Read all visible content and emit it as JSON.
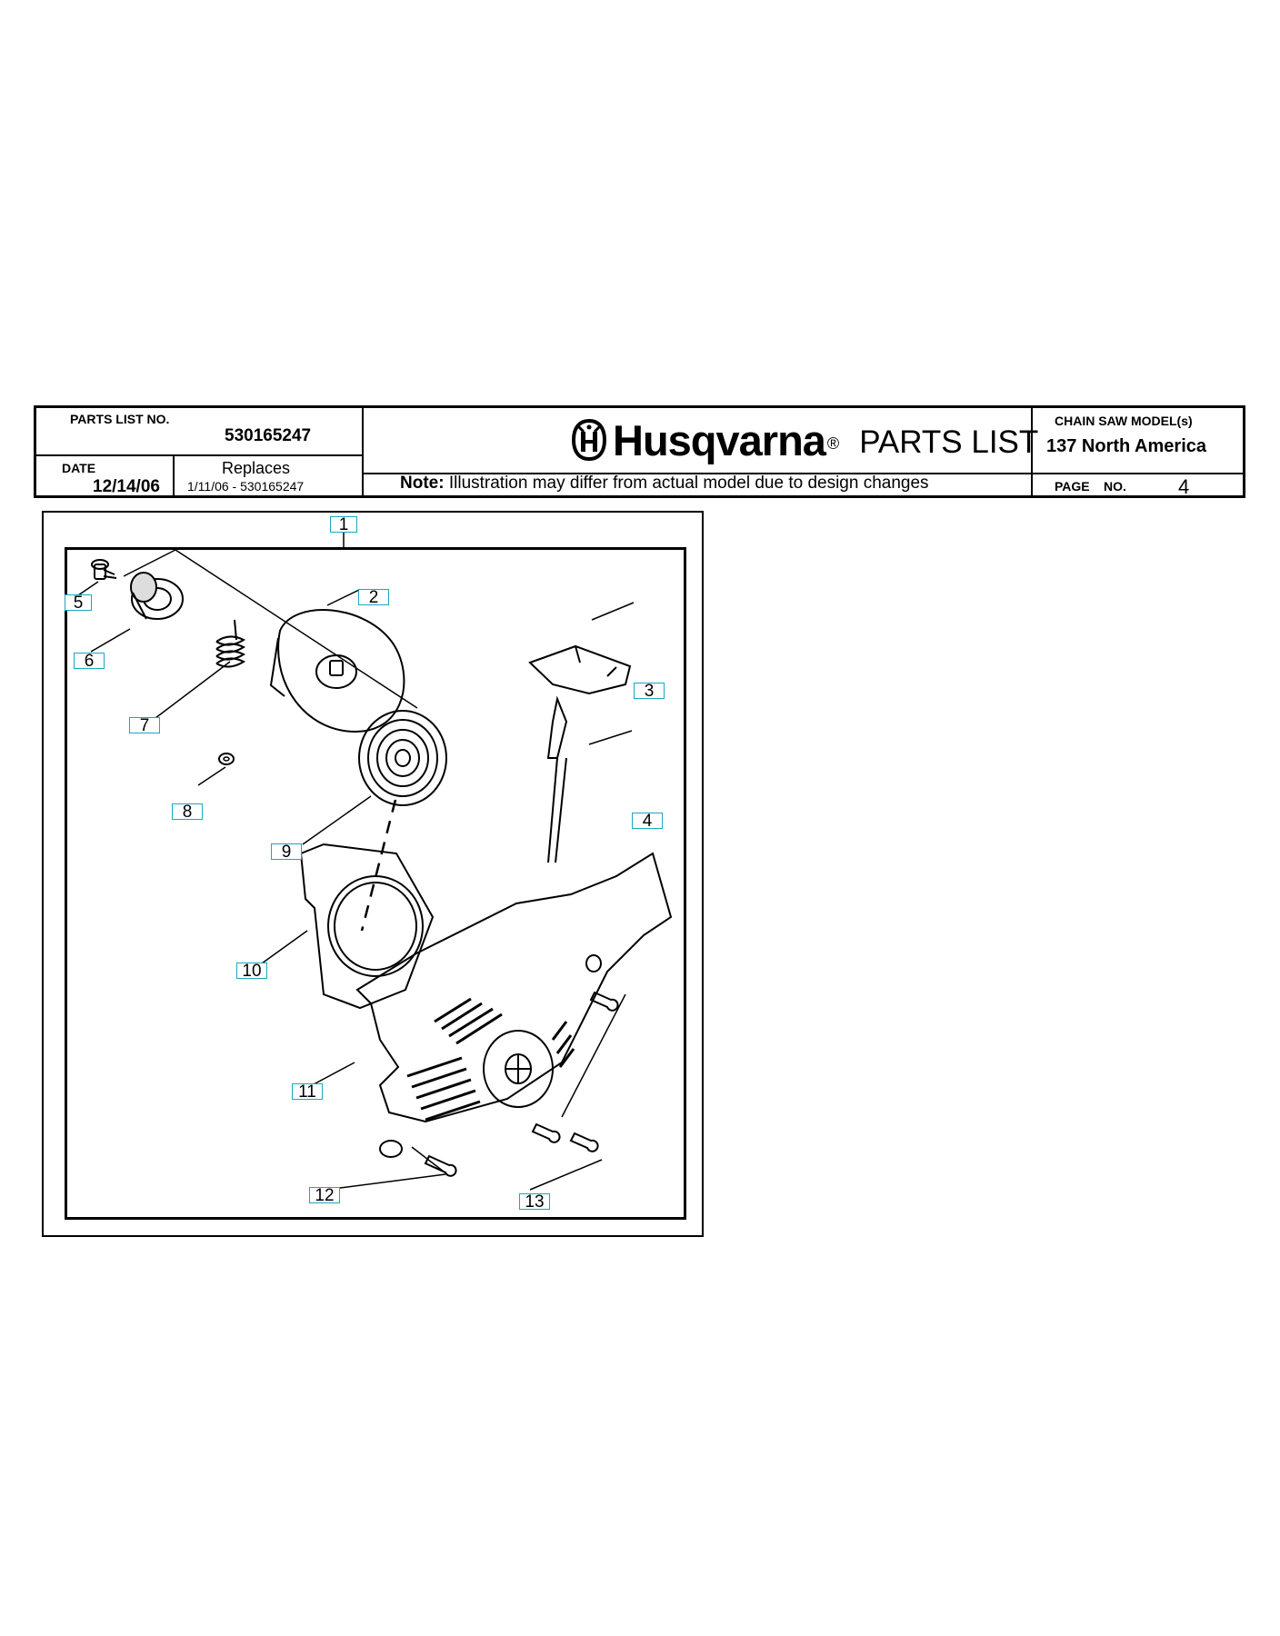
{
  "header": {
    "parts_list_no_label": "PARTS LIST NO.",
    "parts_list_no": "530165247",
    "date_label": "DATE",
    "date": "12/14/06",
    "replaces_label": "Replaces",
    "replaces": "1/11/06 - 530165247",
    "brand": "Husqvarna",
    "brand_reg": "®",
    "title": "PARTS LIST",
    "note_label": "Note:",
    "note_text": " Illustration may differ from actual model due to design changes",
    "model_label": "CHAIN SAW MODEL(s)",
    "model": "137 North America",
    "page_label": "PAGE",
    "page_no_label": "NO.",
    "page_no": "4"
  },
  "figure": {
    "callouts": [
      "1",
      "2",
      "3",
      "4",
      "5",
      "6",
      "7",
      "8",
      "9",
      "10",
      "11",
      "12",
      "13"
    ],
    "callout_color": "#1aa7c2"
  },
  "icons": [
    "husqvarna-crown-logo"
  ]
}
